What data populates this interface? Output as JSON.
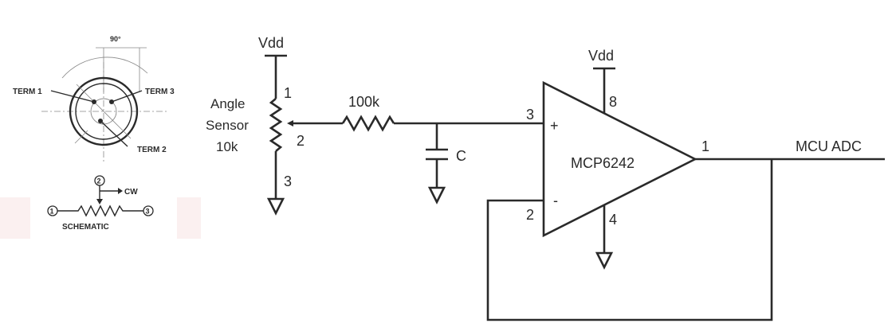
{
  "pot_drawing": {
    "angle_label": "90°",
    "term1_label": "TERM 1",
    "term2_label": "TERM 2",
    "term3_label": "TERM 3",
    "cw_label": "CW",
    "schematic_label": "SCHEMATIC",
    "pin1": "1",
    "pin2": "2",
    "pin3": "3"
  },
  "circuit": {
    "vdd_left": "Vdd",
    "vdd_right": "Vdd",
    "sensor_label_line1": "Angle",
    "sensor_label_line2": "Sensor",
    "sensor_label_line3": "10k",
    "pot_pin1": "1",
    "pot_pin2": "2",
    "pot_pin3": "3",
    "resistor_label": "100k",
    "capacitor_label": "C",
    "opamp_label": "MCP6242",
    "opamp_pin3": "3",
    "opamp_pin2": "2",
    "opamp_pin8": "8",
    "opamp_pin4": "4",
    "opamp_pin1": "1",
    "plus_sign": "+",
    "minus_sign": "-",
    "output_label": "MCU ADC"
  }
}
